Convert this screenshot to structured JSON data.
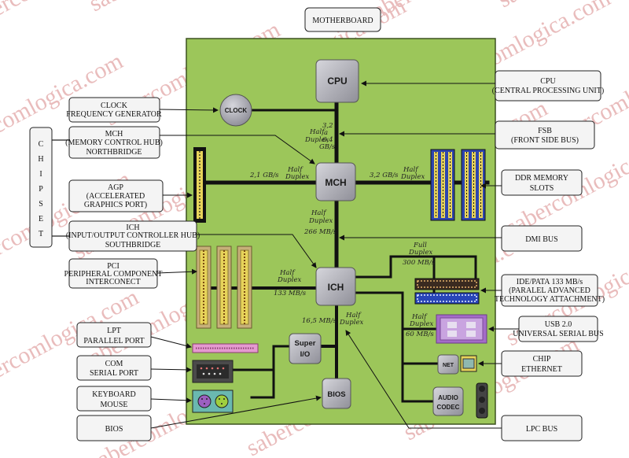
{
  "title": "MOTHERBOARD",
  "watermark": "sabercomlogica.com",
  "chipset_label": [
    "C",
    "H",
    "I",
    "P",
    "S",
    "E",
    "T"
  ],
  "chips": {
    "cpu": "CPU",
    "clock": "CLOCK",
    "mch": "MCH",
    "ich": "ICH",
    "superio": [
      "Super",
      "I/O"
    ],
    "bios": "BIOS",
    "net": "NET",
    "audio": [
      "AUDIO",
      "CODEC"
    ]
  },
  "bus_labels": {
    "fsb": [
      "Half",
      "Duplex",
      "3,2",
      "a",
      "6,4",
      "GB/s"
    ],
    "agp": [
      "2,1 GB/s",
      "Half",
      "Duplex"
    ],
    "ddr": [
      "3,2 GB/s",
      "Half",
      "Duplex"
    ],
    "dmi": [
      "Half",
      "Duplex",
      "266 MB/s"
    ],
    "pci": [
      "Half",
      "Duplex",
      "133 MB/s"
    ],
    "ide": [
      "Full",
      "Duplex",
      "300 MB/s"
    ],
    "lpc": [
      "Half",
      "Duplex",
      "16,5 MB/s"
    ],
    "usb": [
      "Half",
      "Duplex",
      "60 MB/s"
    ]
  },
  "left_callouts": [
    {
      "key": "clock",
      "title": "CLOCK",
      "sub": "FREQUENCY GENERATOR"
    },
    {
      "key": "mch",
      "title": "MCH",
      "sub": "(MEMORY CONTROL HUB)",
      "title2": "NORTHBRIDGE"
    },
    {
      "key": "agp",
      "title": "AGP",
      "sub": "(ACCELERATED",
      "sub2": "GRAPHICS PORT)"
    },
    {
      "key": "ich",
      "title": "ICH",
      "sub": "(INPUT/OUTPUT CONTROLLER HUB)",
      "title2": "SOUTHBRIDGE"
    },
    {
      "key": "pci",
      "title": "PCI",
      "sub": "PERIPHERAL COMPONENT",
      "sub2": "INTERCONECT"
    },
    {
      "key": "lpt",
      "title": "LPT",
      "title2": "PARALLEL PORT"
    },
    {
      "key": "com",
      "title": "COM",
      "sub": "SERIAL PORT"
    },
    {
      "key": "kbd",
      "title": "KEYBOARD",
      "title2": "MOUSE"
    },
    {
      "key": "bios",
      "title": "BIOS"
    }
  ],
  "right_callouts": [
    {
      "key": "cpu",
      "title": "CPU",
      "sub": "(CENTRAL PROCESSING UNIT)"
    },
    {
      "key": "fsb",
      "title": "FSB",
      "sub": "(FRONT SIDE BUS)"
    },
    {
      "key": "ddr",
      "title": "DDR MEMORY",
      "title2": "SLOTS"
    },
    {
      "key": "dmi",
      "title": "DMI BUS"
    },
    {
      "key": "ide",
      "title": "IDE/PATA 133 MB/s",
      "sub": "(PARALEL ADVANCED",
      "sub2": "TECHNOLOGY ATTACHMENT)"
    },
    {
      "key": "usb",
      "title": "USB 2.0",
      "sub": "UNIVERSAL SERIAL BUS"
    },
    {
      "key": "eth",
      "title": "CHIP",
      "title2": "ETHERNET"
    },
    {
      "key": "lpc",
      "title": "LPC BUS"
    }
  ],
  "colors": {
    "board": "#9cc65a",
    "board_border": "#3d5220",
    "chip": "#b3b3bb",
    "bus": "#111111",
    "callout_fill": "#f4f4f4",
    "watermark": "#e9bcbc",
    "slot_yellow": "#e7d35a",
    "slot_blue": "#3b58c8",
    "usb_purple": "#a46cc8",
    "lpt_pink": "#e59ad0"
  }
}
